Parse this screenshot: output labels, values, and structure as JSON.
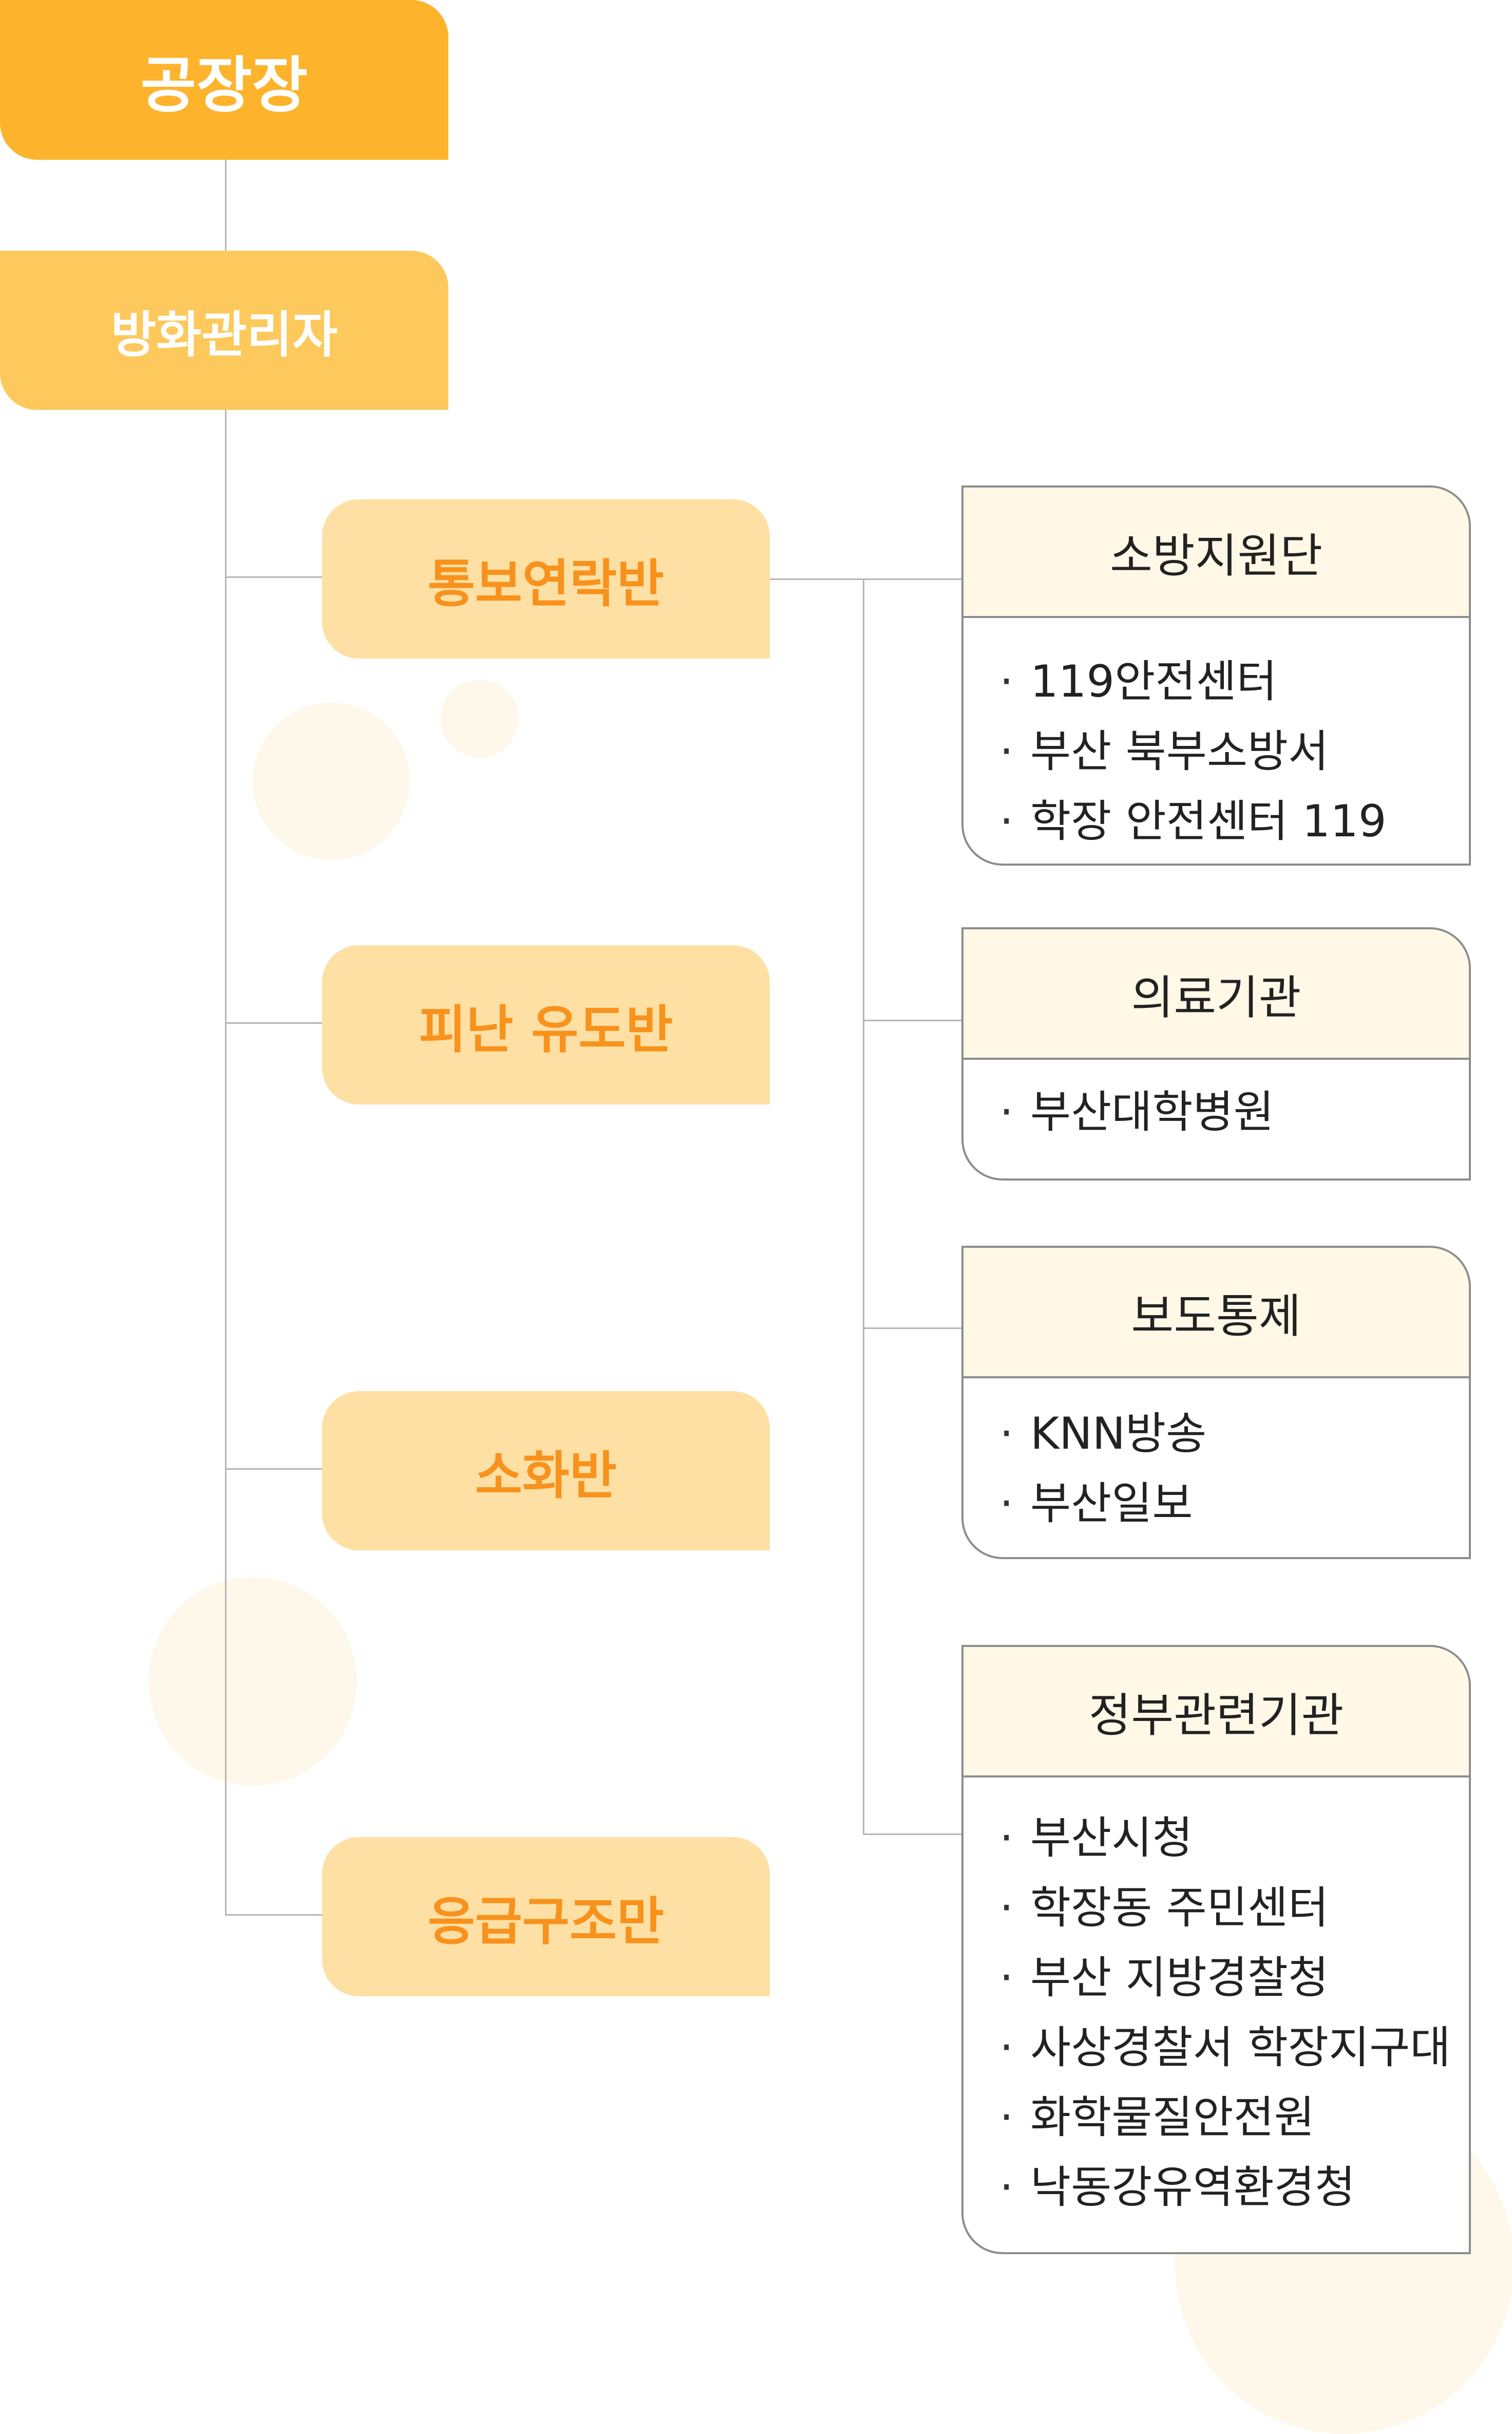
{
  "root": {
    "label": "공장장"
  },
  "manager": {
    "label": "방화관리자"
  },
  "teams": [
    {
      "label": "통보연락반"
    },
    {
      "label": "피난 유도반"
    },
    {
      "label": "소화반"
    },
    {
      "label": "응급구조만"
    }
  ],
  "organizations": [
    {
      "title": "소방지원단",
      "items": [
        "119안전센터",
        "부산 북부소방서",
        "학장 안전센터 119"
      ]
    },
    {
      "title": "의료기관",
      "items": [
        "부산대학병원"
      ]
    },
    {
      "title": "보도통제",
      "items": [
        "KNN방송",
        "부산일보"
      ]
    },
    {
      "title": "정부관련기관",
      "items": [
        "부산시청",
        "학장동 주민센터",
        "부산 지방경찰청",
        "사상경찰서 학장지구대",
        "화학물질안전원",
        "낙동강유역환경청"
      ]
    }
  ],
  "colors": {
    "root_fill": "#fdb32b",
    "manager_fill": "#fdc95c",
    "team_fill": "#fee0a5",
    "team_text": "#f8921c",
    "card_header_fill": "#fff8e7",
    "card_border": "#8c8c8c",
    "connector": "#b5b5b5",
    "decor_circle": "#fef8ea"
  }
}
